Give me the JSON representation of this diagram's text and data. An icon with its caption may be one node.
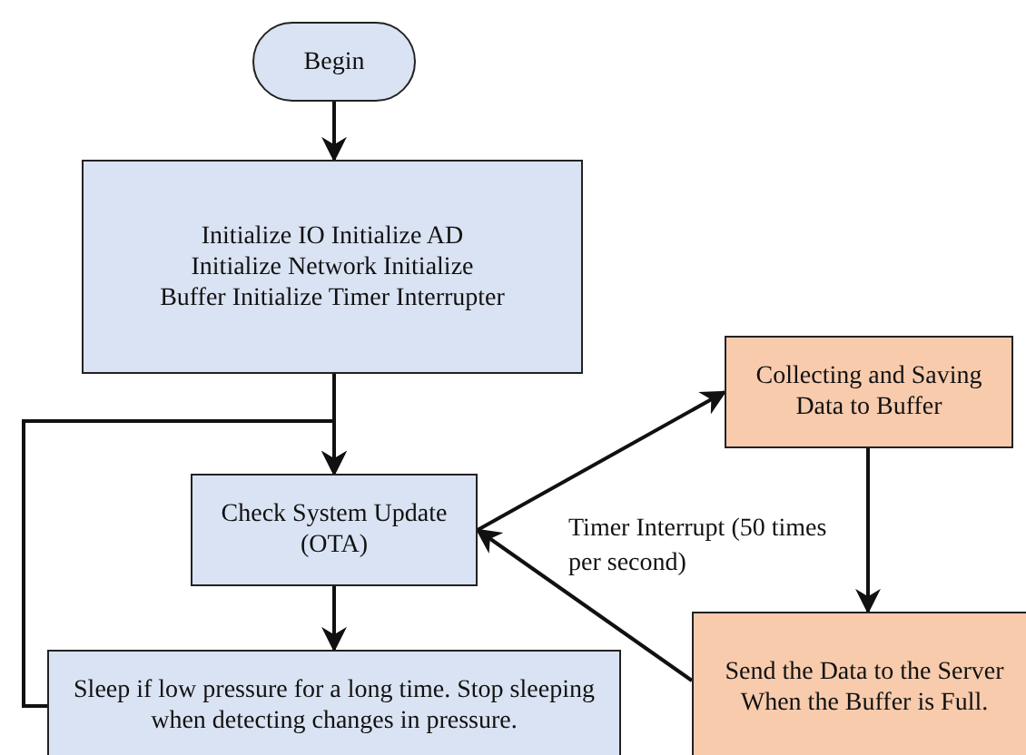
{
  "diagram": {
    "nodes": [
      {
        "text": [
          "Begin"
        ]
      },
      {
        "text": [
          "Initialize IO Initialize AD Initialize Network Initialize Buffer Initialize Timer Interrupter"
        ]
      },
      {
        "text": [
          "Check System Update (OTA)"
        ]
      },
      {
        "text": [
          "Collecting and Saving Data to Buffer"
        ]
      },
      {
        "text": [
          "Sleep if low pressure for a long time. Stop sleeping when detecting changes in pressure."
        ]
      },
      {
        "text": [
          "Send the Data to the Server When the Buffer is Full."
        ]
      }
    ],
    "edges": [
      {
        "from": 0,
        "to": 1,
        "arrow": "to"
      },
      {
        "from": 1,
        "to": 2,
        "arrow": "to"
      },
      {
        "from": 4,
        "to": 2,
        "arrow": "to"
      },
      {
        "from": 2,
        "to": 3,
        "arrow": "to"
      },
      {
        "from": 3,
        "to": 5,
        "arrow": "to"
      },
      {
        "from": 5,
        "to": 2,
        "arrow": "to"
      },
      {
        "from": 2,
        "to": 4,
        "arrow": "to"
      }
    ],
    "labels": [
      "Timer Interrupt (50 times per second)"
    ]
  }
}
